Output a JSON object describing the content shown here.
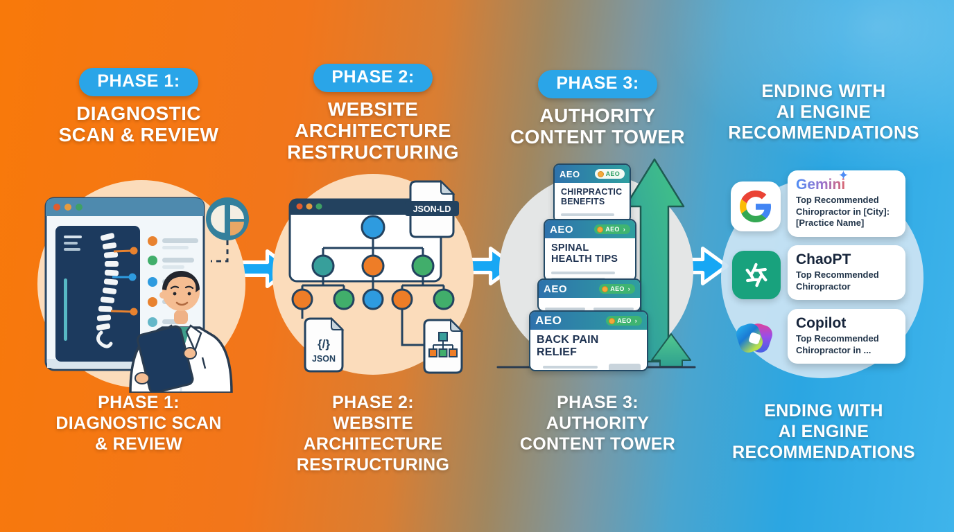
{
  "background": {
    "left_color": "#F6780E",
    "right_color": "#2BA7E2"
  },
  "accent": {
    "pill_blue": "#2AA5E8",
    "arrow_blue": "#17A7F4",
    "navy": "#23425F",
    "growth_green": "#43C584",
    "node_teal": "#379F9B",
    "node_orange": "#EE7D27",
    "node_green": "#41AE6B",
    "node_blue": "#2E9BDF"
  },
  "phase1": {
    "pill": "PHASE 1:",
    "title": [
      "DIAGNOSTIC",
      "SCAN & REVIEW"
    ],
    "caption": [
      "PHASE 1:",
      "DIAGNOSTIC SCAN",
      "& REVIEW"
    ]
  },
  "phase2": {
    "pill": "PHASE 2:",
    "title": [
      "WEBSITE",
      "ARCHITECTURE",
      "RESTRUCTURING"
    ],
    "caption": [
      "PHASE 2:",
      "WEBSITE",
      "ARCHITECTURE",
      "RESTRUCTURING"
    ],
    "files": {
      "jsonld_label": "JSON-LD",
      "json_glyph": "{/}",
      "json_label": "JSON"
    }
  },
  "phase3": {
    "pill": "PHASE 3:",
    "title": [
      "AUTHORITY",
      "CONTENT TOWER"
    ],
    "caption": [
      "PHASE 3:",
      "AUTHORITY",
      "CONTENT TOWER"
    ],
    "cards": [
      {
        "header": "AEO",
        "badge": "AEO",
        "title": [
          "CHIRPRACTIC",
          "BENEFITS"
        ]
      },
      {
        "header": "AEO",
        "badge": "AEO",
        "title": [
          "SPINAL",
          "HEALTH TIPS"
        ]
      },
      {
        "header": "AEO",
        "badge": "AEO",
        "title": []
      },
      {
        "header": "AEO",
        "badge": "AEO",
        "title": [
          "BACK PAIN RELIEF"
        ]
      }
    ]
  },
  "phase4": {
    "title": [
      "ENDING WITH",
      "AI ENGINE",
      "RECOMMENDATIONS"
    ],
    "caption": [
      "ENDING WITH",
      "AI ENGINE",
      "RECOMMENDATIONS"
    ],
    "cards": [
      {
        "name": "Gemini",
        "desc": [
          "Top Recommended",
          "Chiropractor in [City]:",
          "[Practice Name]"
        ]
      },
      {
        "name": "ChaoPT",
        "desc": [
          "Top Recommended",
          "Chiropractor"
        ]
      },
      {
        "name": "Copilot",
        "desc": [
          "Top Recommended",
          "Chiropractor in ..."
        ]
      }
    ]
  }
}
